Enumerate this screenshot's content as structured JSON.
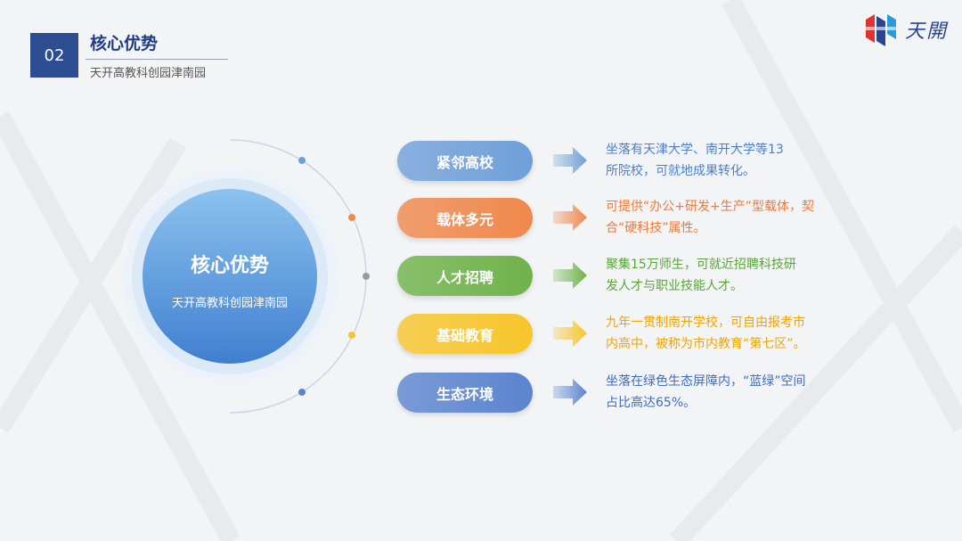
{
  "header": {
    "number": "02",
    "title": "核心优势",
    "subtitle": "天开高教科创园津南园"
  },
  "logo": {
    "text": "天開",
    "colors": [
      "#e2322f",
      "#2a4592",
      "#2a9bd6"
    ]
  },
  "center": {
    "title": "核心优势",
    "subtitle": "天开高教科创园津南园"
  },
  "items": [
    {
      "label": "紧邻高校",
      "lines": [
        "坐落有天津大学、南开大学等13",
        "所院校，可就地成果转化。"
      ],
      "color": "#6f9fd9",
      "text_color": "#4c7fc9"
    },
    {
      "label": "载体多元",
      "lines": [
        "可提供“办公+研发+生产”型载体，契",
        "合“硬科技”属性。"
      ],
      "color": "#f0884c",
      "text_color": "#ee7a38"
    },
    {
      "label": "人才招聘",
      "lines": [
        "聚集15万师生，可就近招聘科技研",
        "发人才与职业技能人才。"
      ],
      "color": "#6fb24a",
      "text_color": "#5aa43a"
    },
    {
      "label": "基础教育",
      "lines": [
        "九年一贯制南开学校，可自由报考市",
        "内高中，被称为市内教育“第七区”。"
      ],
      "color": "#f7c52b",
      "text_color": "#f0a500"
    },
    {
      "label": "生态环境",
      "lines": [
        "坐落在绿色生态屏障内，“蓝绿”空间",
        "占比高达65%。"
      ],
      "color": "#5b84cf",
      "text_color": "#3f6cc0"
    }
  ]
}
